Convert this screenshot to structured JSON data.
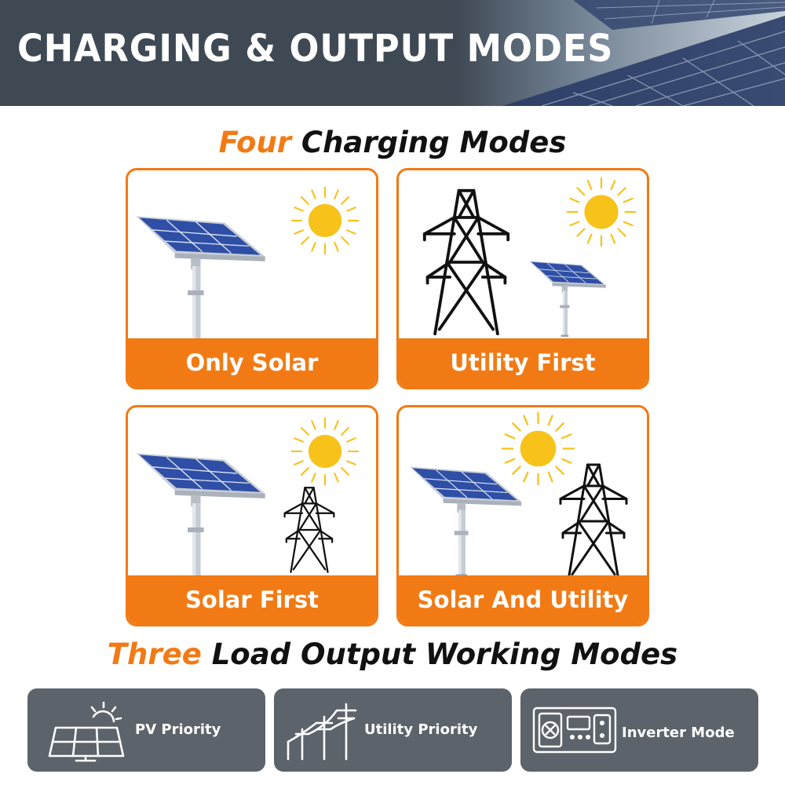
{
  "banner": {
    "title": "CHARGING & OUTPUT MODES"
  },
  "charging_heading": {
    "accent": "Four",
    "rest": " Charging Modes"
  },
  "charging_modes": [
    {
      "label": "Only Solar",
      "icons": [
        "solar-panel-icon",
        "sun-icon"
      ]
    },
    {
      "label": "Utility First",
      "icons": [
        "power-tower-icon",
        "solar-panel-icon",
        "sun-icon"
      ]
    },
    {
      "label": "Solar First",
      "icons": [
        "solar-panel-icon",
        "sun-icon",
        "power-tower-icon"
      ]
    },
    {
      "label": "Solar And Utility",
      "icons": [
        "solar-panel-icon",
        "sun-icon",
        "power-tower-icon"
      ]
    }
  ],
  "output_heading": {
    "accent": "Three",
    "rest": " Load Output Working Modes"
  },
  "output_modes": [
    {
      "label": "PV Priority",
      "icon": "pv-panel-icon"
    },
    {
      "label": "Utility Priority",
      "icon": "utility-poles-icon"
    },
    {
      "label": "Inverter Mode",
      "icon": "inverter-icon"
    }
  ],
  "colors": {
    "accent": "#f27a14",
    "banner": "#3f4954",
    "tile": "#5d636b",
    "sun": "#f7c21a",
    "panel": "#2f4fa6"
  }
}
